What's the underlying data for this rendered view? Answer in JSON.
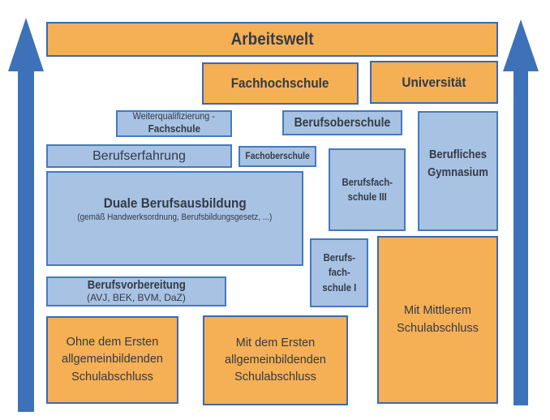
{
  "diagram": {
    "nodes": {
      "arbeitswelt": {
        "label": "Arbeitswelt"
      },
      "fachhochschule": {
        "label": "Fachhochschule"
      },
      "universitaet": {
        "label": "Universität"
      },
      "weiterqualifizierung_fachschule": {
        "line1": "Weiterqualifizierung -",
        "line2": "Fachschule"
      },
      "berufsoberschule": {
        "label": "Berufsoberschule"
      },
      "berufserfahrung": {
        "label": "Berufserfahrung"
      },
      "fachoberschule": {
        "label": "Fachoberschule"
      },
      "berufsfachschule_iii": {
        "label": "Berufsfach-\nschule III"
      },
      "berufliches_gymnasium": {
        "label": "Berufliches\nGymnasium"
      },
      "duale_berufsausbildung": {
        "title": "Duale Berufsausbildung",
        "subtitle": "(gemäß Handwerksordnung, Berufsbildungsgesetz, ...)"
      },
      "berufsfachschule_i": {
        "label": "Berufs-\nfach-\nschule I"
      },
      "berufsvorbereitung": {
        "title": "Berufsvorbereitung",
        "subtitle": "(AVJ, BEK, BVM, DaZ)"
      },
      "ohne_ersten_schulabschluss": {
        "label": "Ohne dem Ersten\nallgemeinbildenden\nSchulabschluss"
      },
      "mit_ersten_schulabschluss": {
        "label": "Mit dem Ersten\nallgemeinbildenden\nSchulabschluss"
      },
      "mit_mittlerem_schulabschluss": {
        "label": "Mit Mittlerem\nSchulabschluss"
      }
    },
    "icons": {
      "left_arrow": "up-arrow",
      "right_arrow": "up-arrow"
    },
    "colors": {
      "orange_fill": "#F5AF55",
      "blue_fill": "#A8C2E4",
      "orange_border": "#3A68B2",
      "blue_border": "#4679BE",
      "arrow_blue": "#3D72B9",
      "text_dark": "#333B45"
    }
  }
}
